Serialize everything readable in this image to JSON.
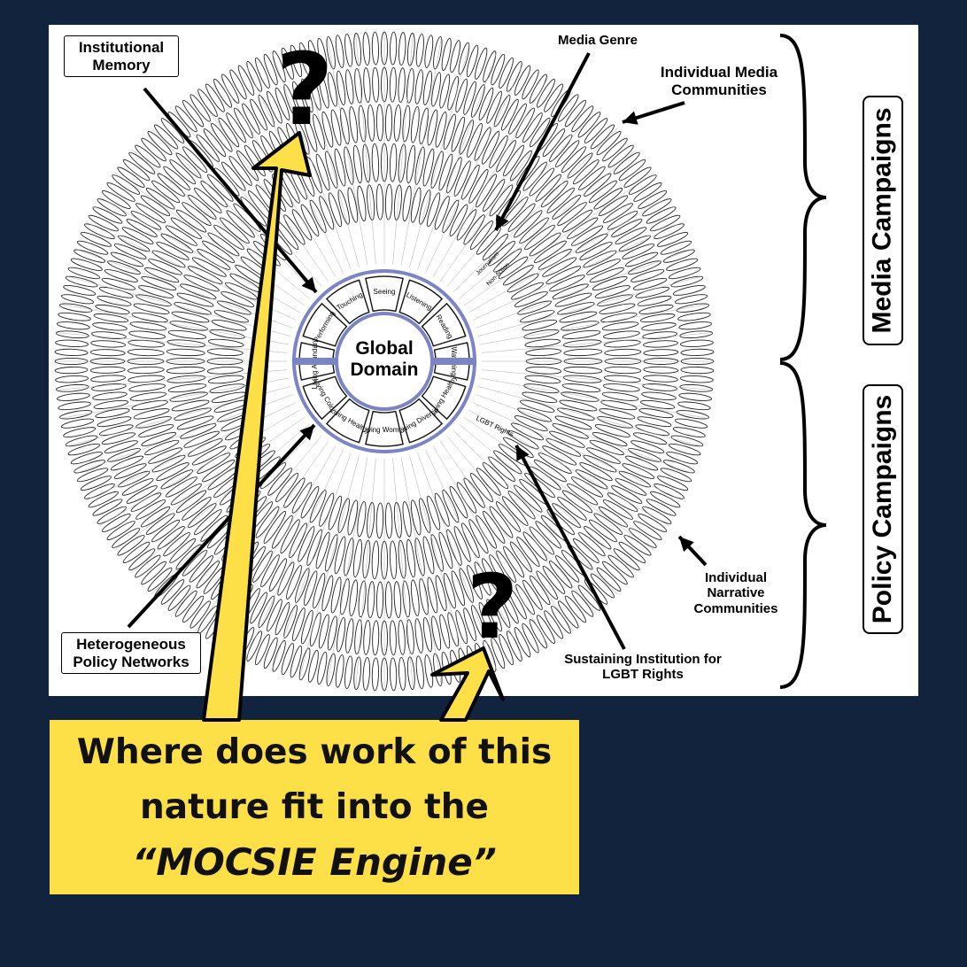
{
  "diagram": {
    "center_title": "Global Domain",
    "inner_segments": [
      "Seeing",
      "Listening",
      "Reading",
      "Watching",
      "Living Healthy",
      "Living Diverse",
      "Living Women",
      "Living Healthy",
      "Living Color",
      "Living Abundantly",
      "Performing",
      "Touching"
    ],
    "genre_labels": [
      "Journalism",
      "Non-fiction"
    ],
    "policy_label": "LGBT Rights",
    "colors": {
      "accent": "#7c84c4",
      "background": "#12243d",
      "callout": "#fde047",
      "panel": "#ffffff"
    }
  },
  "labels": {
    "institutional_memory": "Institutional Memory",
    "media_genre": "Media Genre",
    "individual_media_communities": "Individual Media Communities",
    "media_campaigns": "Media Campaigns",
    "policy_campaigns": "Policy Campaigns",
    "individual_narrative_communities": "Individual Narrative Communities",
    "sustaining_institution": "Sustaining Institution for LGBT Rights",
    "heterogeneous_policy_networks": "Heterogeneous Policy Networks"
  },
  "question_marks": [
    "?",
    "?"
  ],
  "callout": {
    "line1": "Where does work of this",
    "line2": "nature fit into the",
    "line3": "“MOCSIE Engine”"
  }
}
